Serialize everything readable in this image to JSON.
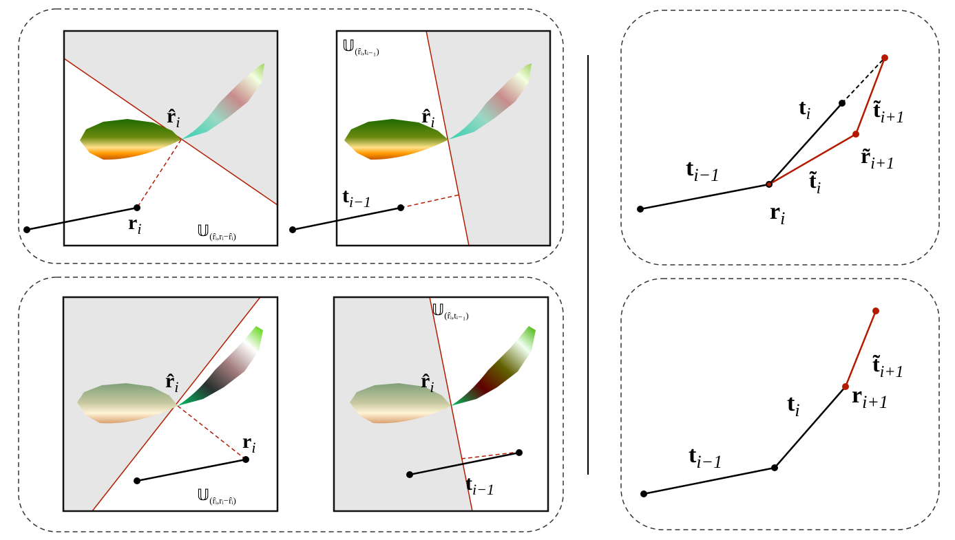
{
  "colors": {
    "shade": "#e6e6e6",
    "plane_line": "#b31b00",
    "red_vector": "#b31b00",
    "black": "#000000",
    "dashed_border": "#333333"
  },
  "labels": {
    "tl1_r_hat": "r̂",
    "tl1_r_hat_sub": "i",
    "tl1_r": "r",
    "tl1_r_sub": "i",
    "tl1_U": "𝕌",
    "tl1_U_sub": "(r̂ᵢ,rᵢ−r̂ᵢ)",
    "tl2_U": "𝕌",
    "tl2_U_sub": "(r̂ᵢ,tᵢ₋₁)",
    "tl2_r_hat": "r̂",
    "tl2_r_hat_sub": "i",
    "tl2_t": "t",
    "tl2_t_sub": "i−1",
    "bl1_r_hat": "r̂",
    "bl1_r_hat_sub": "i",
    "bl1_r": "r",
    "bl1_r_sub": "i",
    "bl1_U": "𝕌",
    "bl1_U_sub": "(r̂ᵢ,rᵢ−r̂ᵢ)",
    "bl2_U": "𝕌",
    "bl2_U_sub": "(r̂ᵢ,tᵢ₋₁)",
    "bl2_r_hat": "r̂",
    "bl2_r_hat_sub": "i",
    "bl2_t": "t",
    "bl2_t_sub": "i−1",
    "tr_t_i": "t",
    "tr_t_i_sub": "i",
    "tr_t_tilde_next": "t̃",
    "tr_t_tilde_next_sub": "i+1",
    "tr_t_prev": "t",
    "tr_t_prev_sub": "i−1",
    "tr_r_tilde_next": "r̃",
    "tr_r_tilde_next_sub": "i+1",
    "tr_t_tilde": "t̃",
    "tr_t_tilde_sub": "i",
    "tr_r": "r",
    "tr_r_sub": "i",
    "br_t_tilde_next": "t̃",
    "br_t_tilde_next_sub": "i+1",
    "br_t_i": "t",
    "br_t_i_sub": "i",
    "br_r_next": "r",
    "br_r_next_sub": "i+1",
    "br_t_prev": "t",
    "br_t_prev_sub": "i−1"
  }
}
